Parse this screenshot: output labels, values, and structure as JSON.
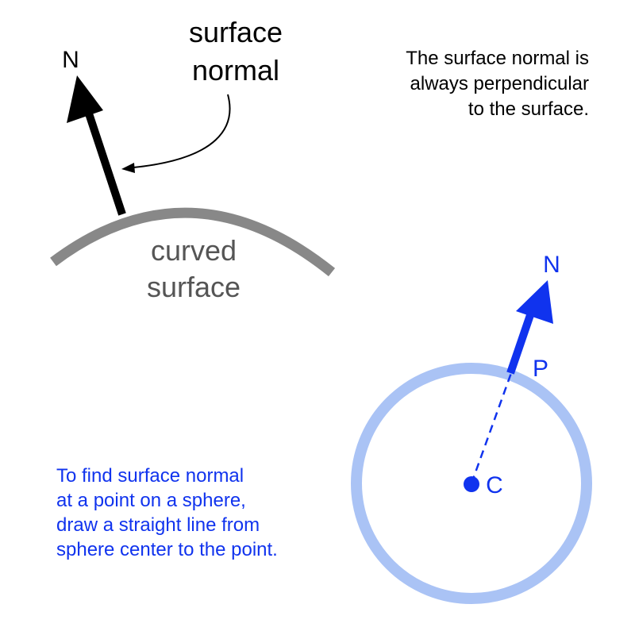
{
  "colors": {
    "black": "#000000",
    "surface_gray": "#888888",
    "label_gray": "#555555",
    "blue": "#1033ee",
    "sphere_light_blue": "#aac3f5"
  },
  "labels": {
    "normal_n_top": "N",
    "surface_normal_line1": "surface",
    "surface_normal_line2": "normal",
    "curved_surface_line1": "curved",
    "curved_surface_line2": "surface",
    "normal_n_sphere": "N",
    "point_p": "P",
    "center_c": "C"
  },
  "notes": {
    "top_right": [
      "The surface normal is",
      "always perpendicular",
      "to the surface."
    ],
    "bottom_left": [
      "To find surface normal",
      "at a point on a sphere,",
      "draw a straight line from",
      "sphere center to the point."
    ]
  }
}
